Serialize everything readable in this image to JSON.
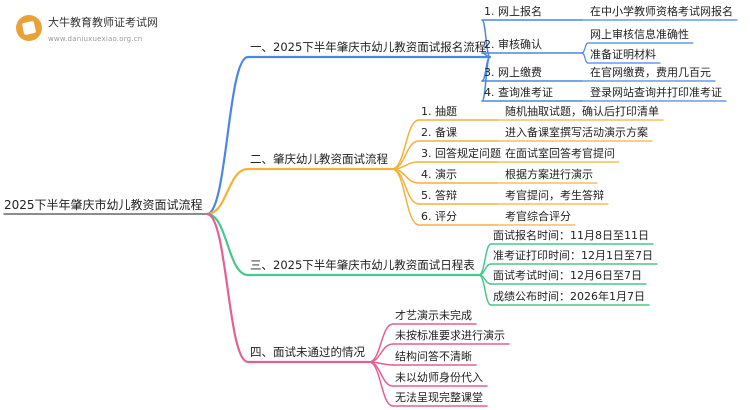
{
  "logo": {
    "name": "大牛教育教师证考试网",
    "url": "www.daniuxuexiao.org.cn"
  },
  "root": "2025下半年肇庆市幼儿教资面试流程",
  "branches": [
    {
      "label": "一、2025下半年肇庆市幼儿教资面试报名流程",
      "color": "#4b86e3",
      "items": [
        {
          "label": "1. 网上报名",
          "children": [
            "在中小学教师资格考试网报名"
          ]
        },
        {
          "label": "2. 审核确认",
          "children": [
            "网上审核信息准确性",
            "准备证明材料"
          ]
        },
        {
          "label": "3. 网上缴费",
          "children": [
            "在官网缴费，费用几百元"
          ]
        },
        {
          "label": "4. 查询准考证",
          "children": [
            "登录网站查询并打印准考证"
          ]
        }
      ]
    },
    {
      "label": "二、肇庆幼儿教资面试流程",
      "color": "#f3b23a",
      "items": [
        {
          "label": "1. 抽题",
          "children": [
            "随机抽取试题，确认后打印清单"
          ]
        },
        {
          "label": "2. 备课",
          "children": [
            "进入备课室撰写活动演示方案"
          ]
        },
        {
          "label": "3. 回答规定问题",
          "children": [
            "在面试室回答考官提问"
          ]
        },
        {
          "label": "4. 演示",
          "children": [
            "根据方案进行演示"
          ]
        },
        {
          "label": "5. 答辩",
          "children": [
            "考官提问，考生答辩"
          ]
        },
        {
          "label": "6. 评分",
          "children": [
            "考官综合评分"
          ]
        }
      ]
    },
    {
      "label": "三、2025下半年肇庆市幼儿教资面试日程表",
      "color": "#48c88c",
      "items": [
        {
          "label": "面试报名时间：11月8日至11日",
          "children": []
        },
        {
          "label": "准考证打印时间：12月1日至7日",
          "children": []
        },
        {
          "label": "面试考试时间：12月6日至7日",
          "children": []
        },
        {
          "label": "成绩公布时间：2026年1月7日",
          "children": []
        }
      ]
    },
    {
      "label": "四、面试未通过的情况",
      "color": "#e35f95",
      "items": [
        {
          "label": "才艺演示未完成",
          "children": []
        },
        {
          "label": "未按标准要求进行演示",
          "children": []
        },
        {
          "label": "结构问答不清晰",
          "children": []
        },
        {
          "label": "未以幼师身份代入",
          "children": []
        },
        {
          "label": "无法呈现完整课堂",
          "children": []
        }
      ]
    }
  ]
}
